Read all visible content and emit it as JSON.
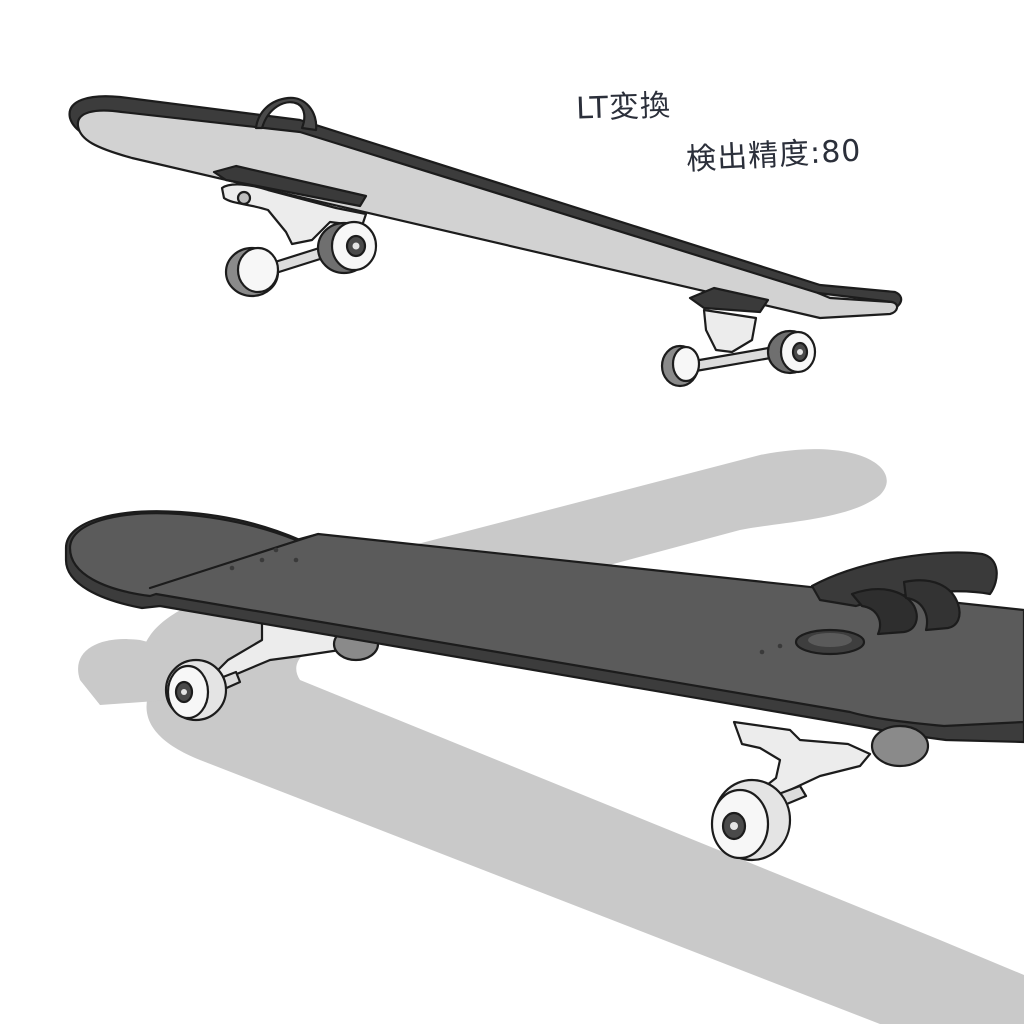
{
  "annotation": {
    "line1": "LT変換",
    "line2": "検出精度:80"
  },
  "illustration": {
    "subject": "skateboards",
    "views": [
      "top-board-underside",
      "bottom-board-topside"
    ]
  },
  "colors": {
    "background": "#ffffff",
    "deck_dark": "#5b5b5b",
    "deck_edge": "#3c3c3c",
    "deck_light": "#d2d2d2",
    "truck": "#e9e9e9",
    "wheel": "#ffffff",
    "shadow": "#c9c9c9",
    "outline": "#1c1c1c",
    "ink": "#2b2f3a"
  }
}
